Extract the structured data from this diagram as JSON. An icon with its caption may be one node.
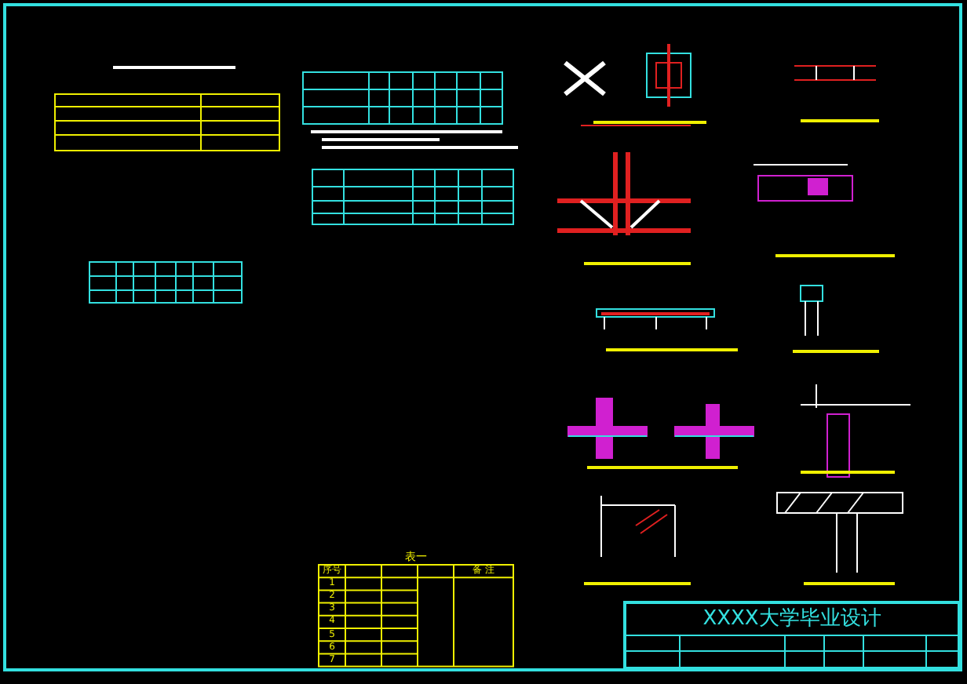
{
  "diagram": {
    "title": "XXXX大学毕业设计",
    "labels": [
      "表一",
      "序号",
      "备 注",
      "1",
      "2",
      "3",
      "4",
      "5",
      "6",
      "7"
    ]
  }
}
